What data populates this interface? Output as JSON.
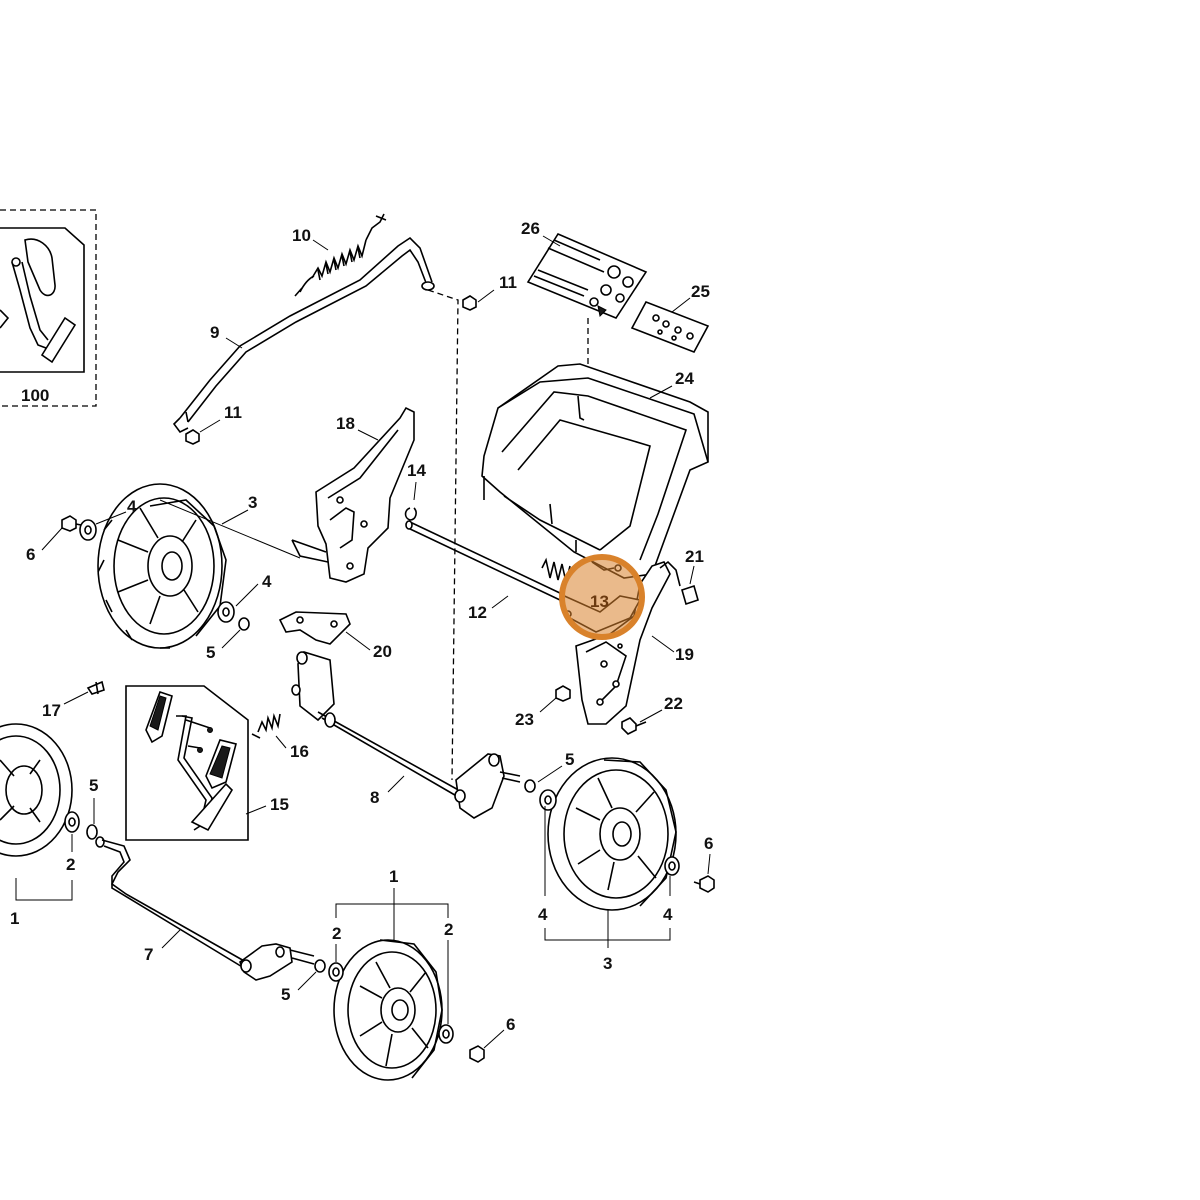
{
  "highlight": {
    "part": "13",
    "color": "#d9822b"
  },
  "labels": {
    "l1a": "1",
    "l1b": "1",
    "l2a": "2",
    "l2b": "2",
    "l2c": "2",
    "l3a": "3",
    "l3b": "3",
    "l4a": "4",
    "l4b": "4",
    "l4c": "4",
    "l4d": "4",
    "l5a": "5",
    "l5b": "5",
    "l5c": "5",
    "l5d": "5",
    "l6a": "6",
    "l6b": "6",
    "l6c": "6",
    "l7": "7",
    "l8": "8",
    "l9": "9",
    "l10": "10",
    "l11a": "11",
    "l11b": "11",
    "l12": "12",
    "l14": "14",
    "l15": "15",
    "l16": "16",
    "l17": "17",
    "l18": "18",
    "l19": "19",
    "l20": "20",
    "l21": "21",
    "l22": "22",
    "l23": "23",
    "l24": "24",
    "l25": "25",
    "l26": "26",
    "l100": "100"
  }
}
